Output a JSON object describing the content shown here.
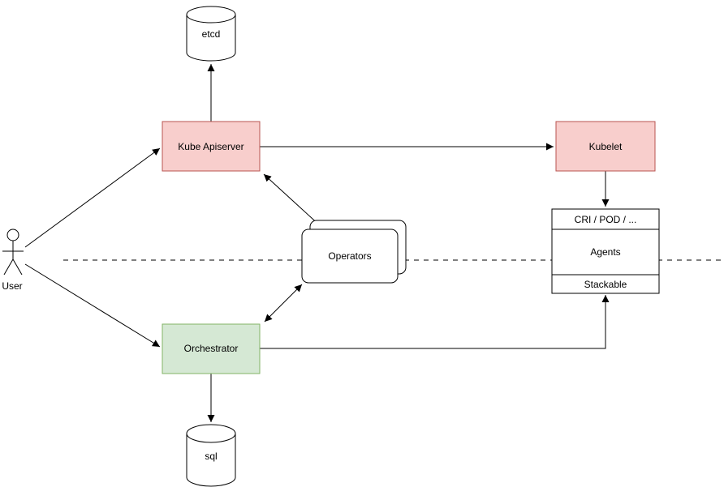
{
  "diagram": {
    "nodes": {
      "etcd": "etcd",
      "kube_apiserver": "Kube Apiserver",
      "kubelet": "Kubelet",
      "user": "User",
      "operators": "Operators",
      "cri_pod": "CRI / POD / ...",
      "agents": "Agents",
      "stackable": "Stackable",
      "orchestrator": "Orchestrator",
      "sql": "sql"
    },
    "colors": {
      "red_node_fill": "#f8cecc",
      "red_node_stroke": "#b85450",
      "green_node_fill": "#d5e8d4",
      "green_node_stroke": "#82b366",
      "plain_node_fill": "#ffffff",
      "line_color": "#000000",
      "background": "#ffffff"
    },
    "edges": [
      {
        "from": "user",
        "to": "kube_apiserver",
        "bidirectional": false
      },
      {
        "from": "user",
        "to": "orchestrator",
        "bidirectional": false
      },
      {
        "from": "kube_apiserver",
        "to": "etcd",
        "bidirectional": false
      },
      {
        "from": "kube_apiserver",
        "to": "kubelet",
        "bidirectional": false
      },
      {
        "from": "kubelet",
        "to": "cri_pod",
        "bidirectional": false
      },
      {
        "from": "operators",
        "to": "kube_apiserver",
        "bidirectional": false
      },
      {
        "from": "operators",
        "to": "orchestrator",
        "bidirectional": true
      },
      {
        "from": "orchestrator",
        "to": "sql",
        "bidirectional": false
      },
      {
        "from": "orchestrator",
        "to": "stackable",
        "bidirectional": false
      }
    ]
  }
}
